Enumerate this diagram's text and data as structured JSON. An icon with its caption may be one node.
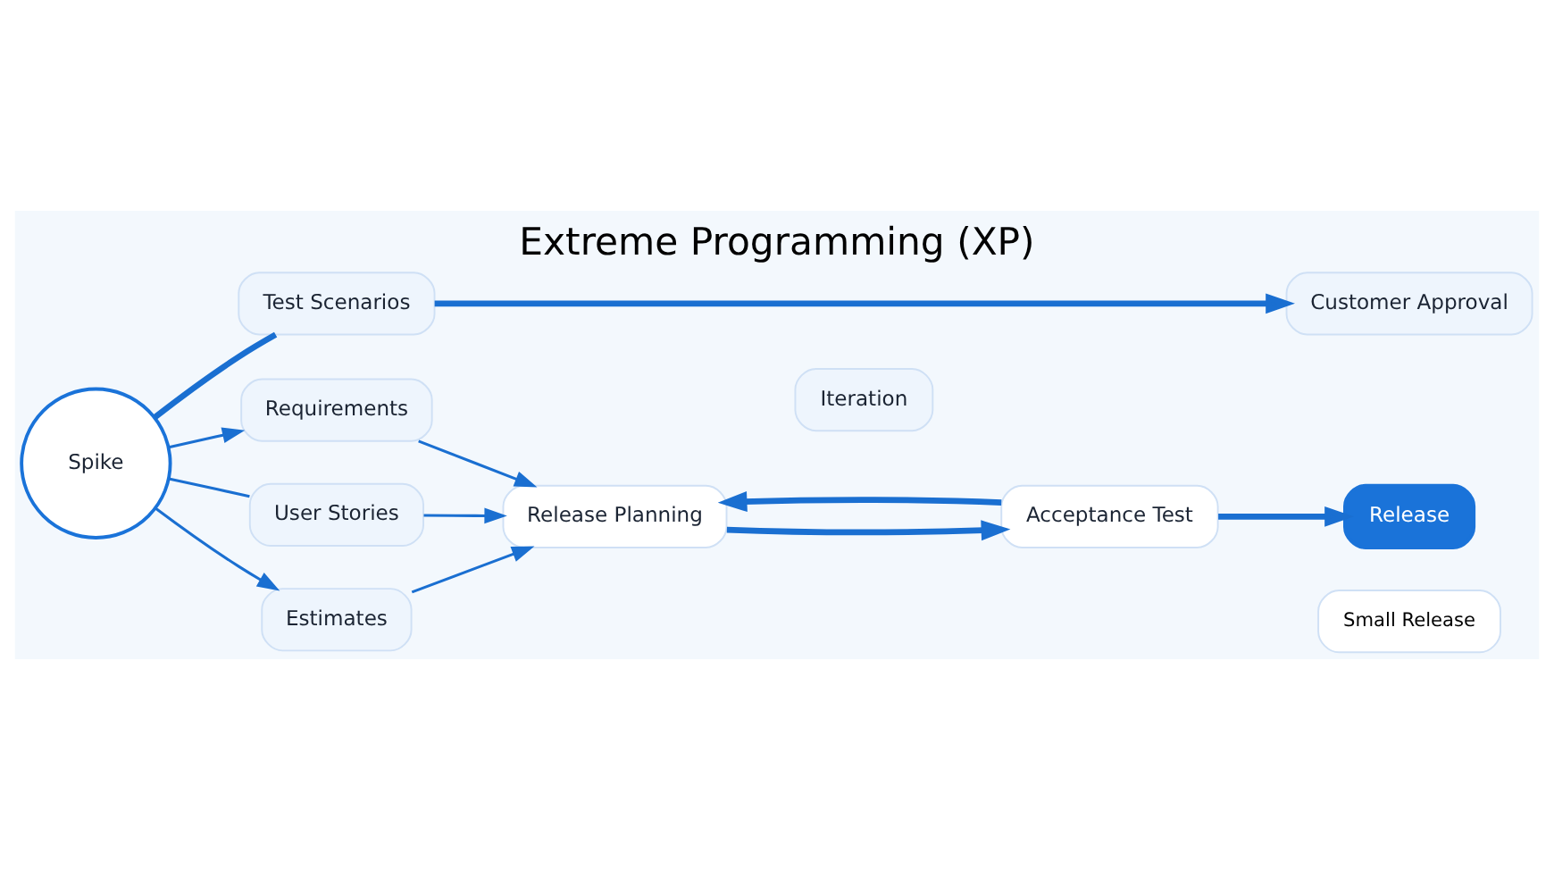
{
  "diagram": {
    "title": "Extreme Programming (XP)",
    "nodes": [
      {
        "text": [
          "Spike"
        ]
      },
      {
        "text": [
          "Test Scenarios"
        ]
      },
      {
        "text": [
          "Requirements"
        ]
      },
      {
        "text": [
          "User Stories"
        ]
      },
      {
        "text": [
          "Estimates"
        ]
      },
      {
        "text": [
          "Release Planning"
        ]
      },
      {
        "text": [
          "Iteration"
        ]
      },
      {
        "text": [
          "Acceptance Test"
        ]
      },
      {
        "text": [
          "Customer Approval"
        ]
      },
      {
        "text": [
          "Release"
        ],
        "beside": [
          "Small Release"
        ]
      }
    ],
    "edges": [
      {
        "from": 0,
        "to": 1,
        "arrow": "none",
        "style": "thick"
      },
      {
        "from": 1,
        "to": 8,
        "arrow": "to",
        "style": "thick"
      },
      {
        "from": 0,
        "to": 2,
        "arrow": "to"
      },
      {
        "from": 0,
        "to": 3,
        "arrow": "none"
      },
      {
        "from": 0,
        "to": 4,
        "arrow": "to"
      },
      {
        "from": 2,
        "to": 5,
        "arrow": "to"
      },
      {
        "from": 3,
        "to": 5,
        "arrow": "to"
      },
      {
        "from": 4,
        "to": 5,
        "arrow": "to"
      },
      {
        "from": 5,
        "to": 7,
        "arrow": "to",
        "style": "thick"
      },
      {
        "from": 7,
        "to": 5,
        "arrow": "to",
        "style": "thick"
      },
      {
        "from": 7,
        "to": 9,
        "arrow": "to",
        "style": "thick"
      }
    ]
  }
}
